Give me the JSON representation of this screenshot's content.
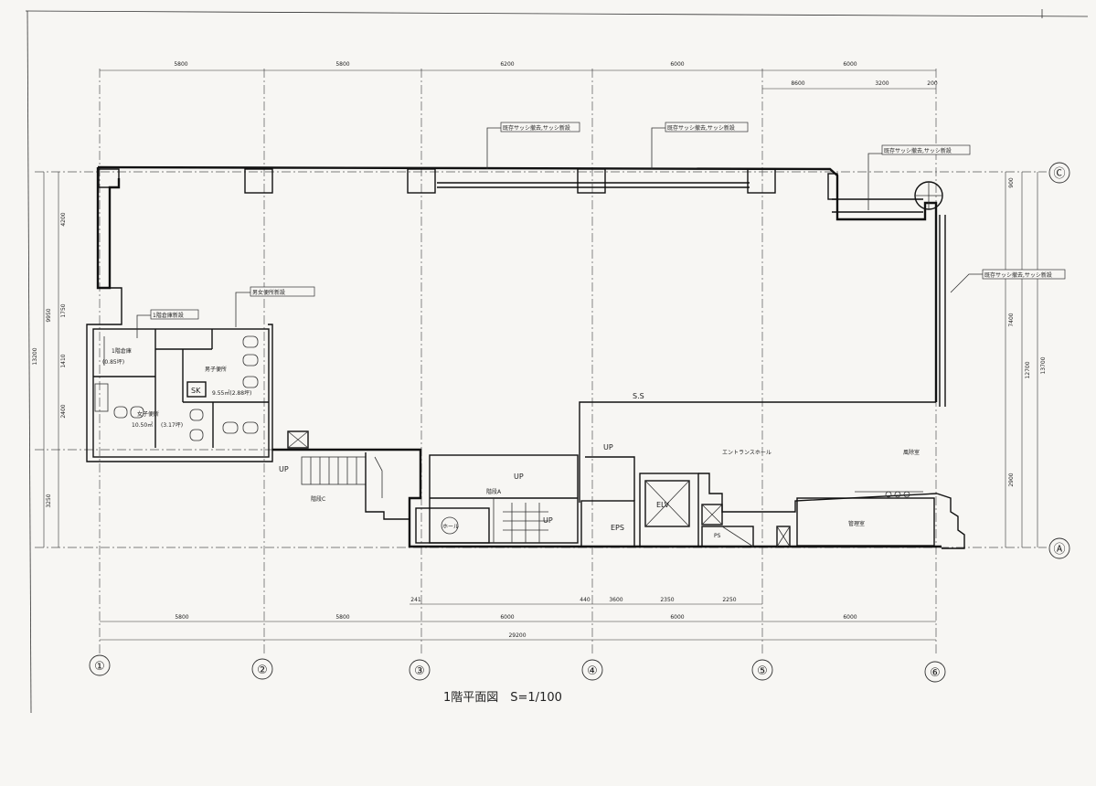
{
  "drawing": {
    "title": "1階平面図　S=1/100"
  },
  "grid_axes": {
    "columns": [
      "①",
      "②",
      "③",
      "④",
      "⑤",
      "⑥"
    ],
    "rows": [
      "Ⓒ",
      "Ⓐ"
    ]
  },
  "dimensions": {
    "top": [
      "5800",
      "5800",
      "6200",
      "6000",
      "6000"
    ],
    "top_sub": [
      "8600",
      "3200",
      "200"
    ],
    "bottom_segments": [
      "5800",
      "5800",
      "6000",
      "6000",
      "6000"
    ],
    "bottom_total": "29200",
    "bottom_sub": [
      "241",
      "440",
      "3600",
      "2350",
      "2250"
    ],
    "left": [
      "4200",
      "1750",
      "1410",
      "2400",
      "3250"
    ],
    "left_total": "13200",
    "left_sub": "9950",
    "right": [
      "900",
      "7400",
      "2900"
    ],
    "right_total": "12700",
    "right_overall": "13700"
  },
  "rooms": {
    "storage": "1階倉庫\n(0.85坪)",
    "mens_wc": "男子便所\n(2.88坪)",
    "womens_wc": "女子便所\n(3.17坪)",
    "sk": "SK",
    "area_label": "9.55㎡(2.88坪)",
    "area_label_2": "10.50㎡",
    "stair_a": "階段A",
    "stair_c": "階段C",
    "elevator": "ELV",
    "eps": "EPS",
    "ps": "PS",
    "entrance_hall": "エントランスホール",
    "lobby": "風除室",
    "management": "管理室",
    "hall": "ホール",
    "up1": "UP",
    "up2": "UP",
    "up3": "UP",
    "up4": "UP",
    "ss": "S.S"
  },
  "annotations": {
    "note_wc": "1階倉庫新設",
    "note_toilet": "男女便所新設",
    "note_top1": "既存サッシ撤去,サッシ新設",
    "note_top2": "既存サッシ撤去,サッシ新設",
    "note_right_top": "既存サッシ撤去,サッシ新設",
    "note_right": "既存サッシ撤去,サッシ新設"
  }
}
